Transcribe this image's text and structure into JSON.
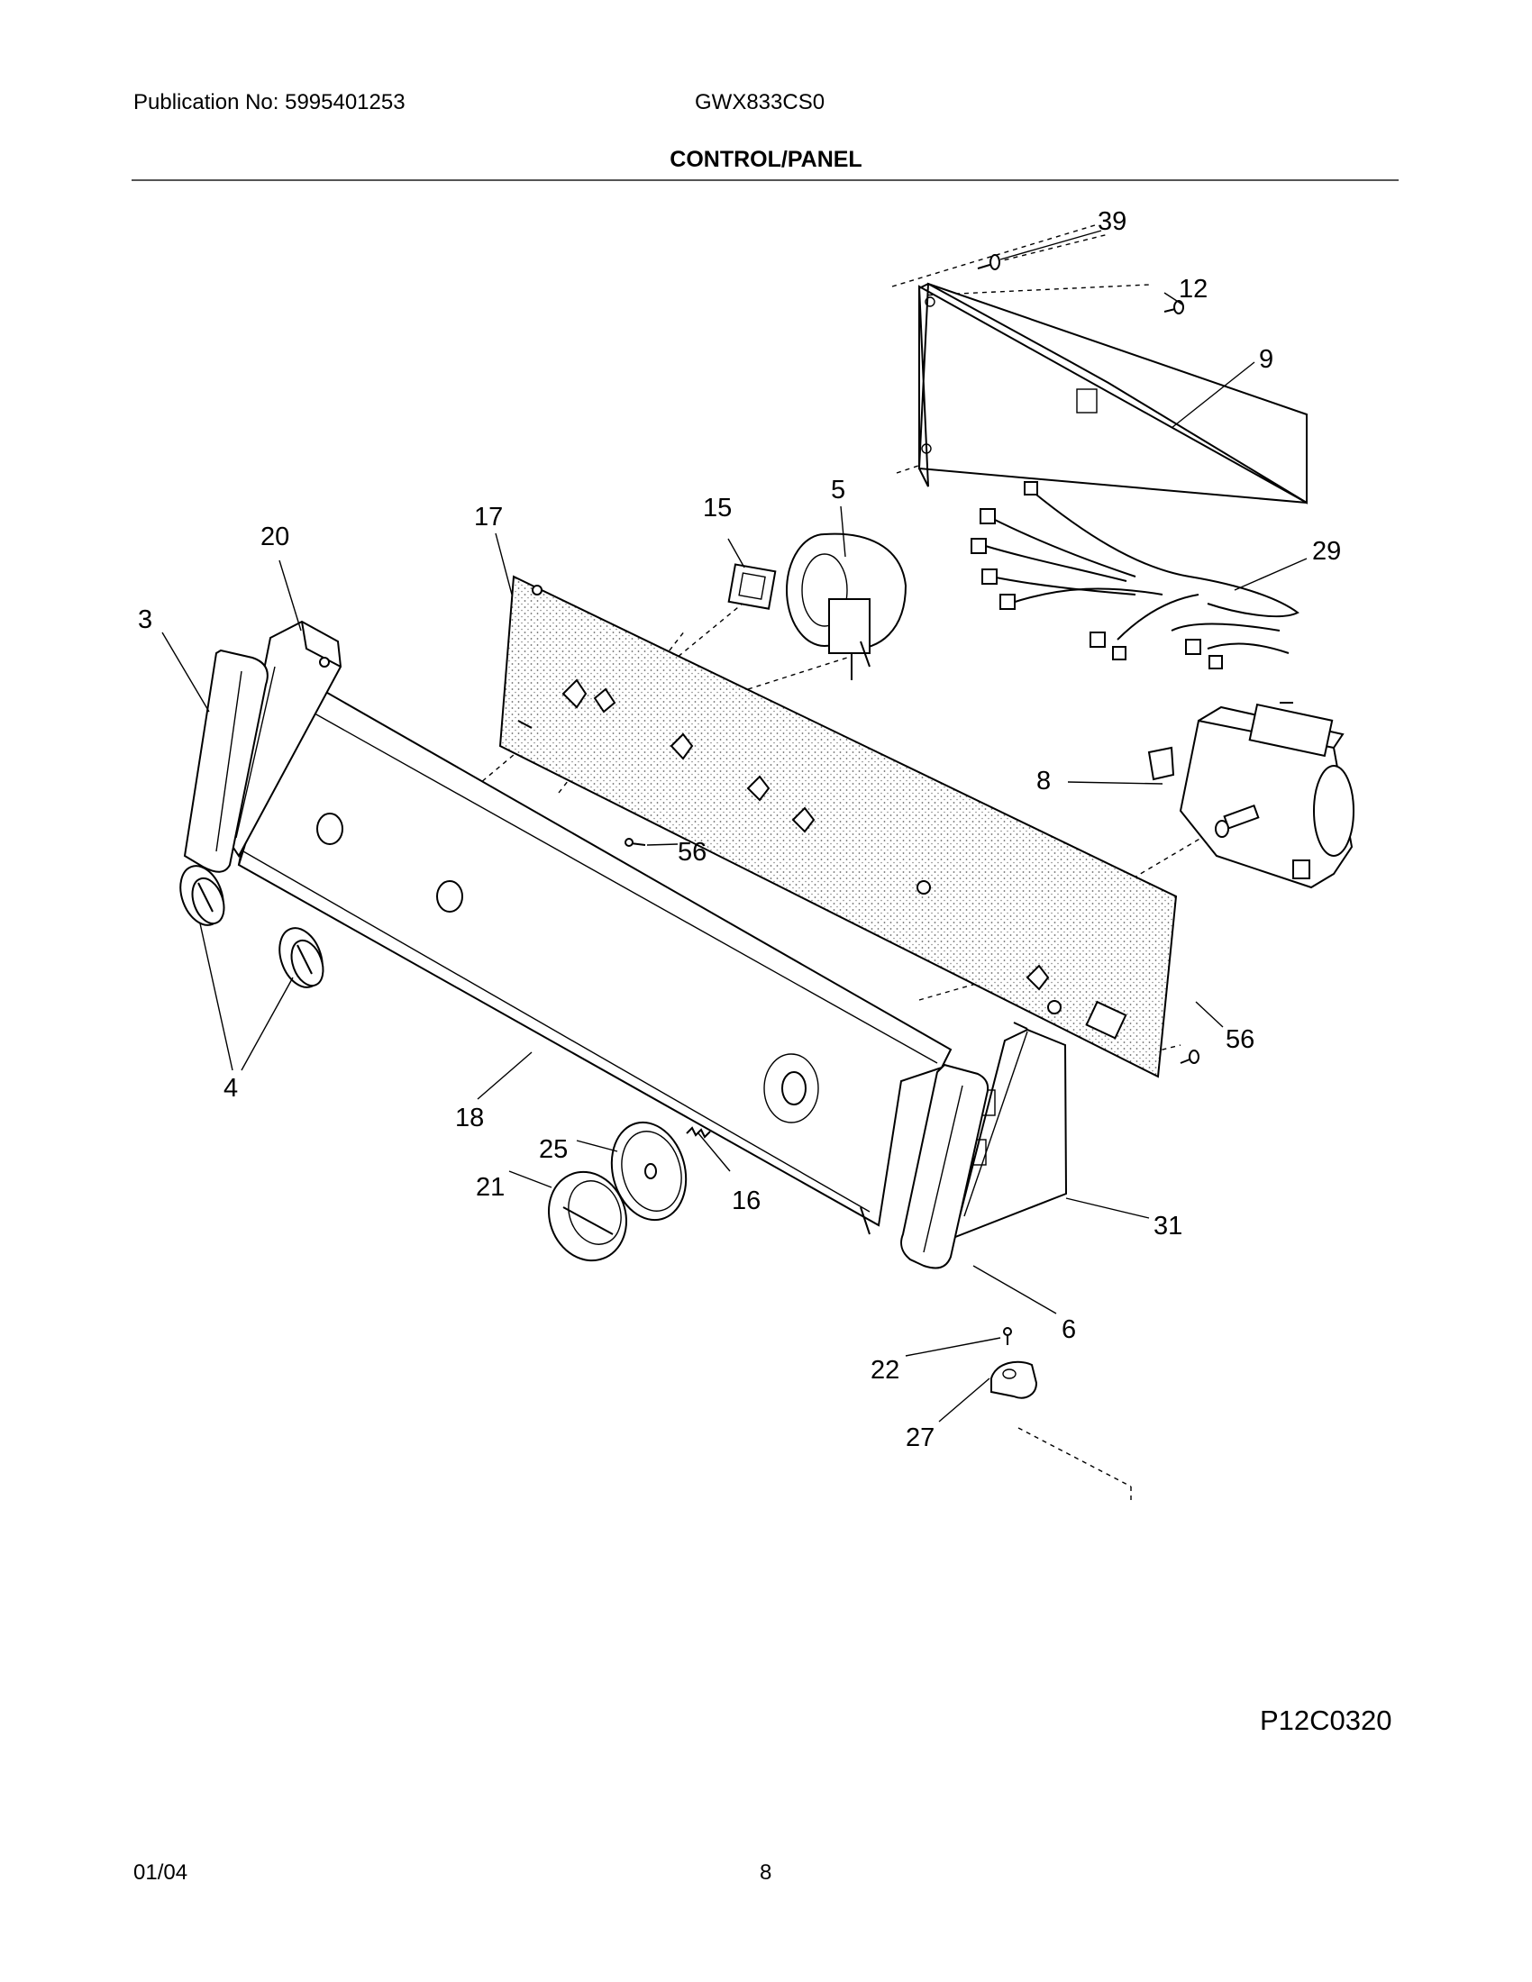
{
  "header": {
    "publication": "Publication No: 5995401253",
    "model": "GWX833CS0",
    "title": "CONTROL/PANEL"
  },
  "diagram": {
    "callouts": [
      "39",
      "12",
      "9",
      "29",
      "5",
      "15",
      "17",
      "20",
      "3",
      "8",
      "56",
      "56",
      "4",
      "18",
      "25",
      "21",
      "16",
      "31",
      "6",
      "22",
      "27"
    ]
  },
  "figure_code": "P12C0320",
  "footer": {
    "date": "01/04",
    "page": "8"
  }
}
